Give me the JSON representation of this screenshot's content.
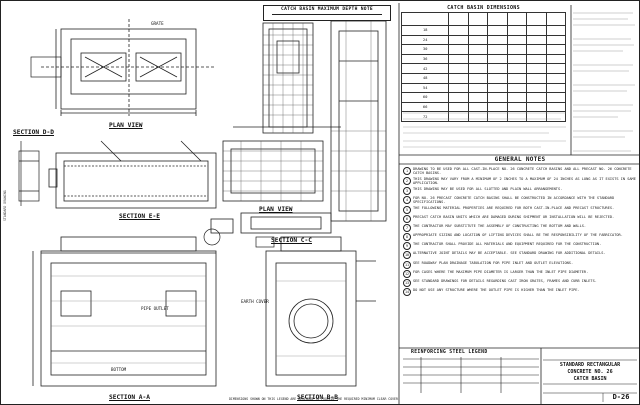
{
  "titles": {
    "depth_note": "CATCH BASIN MAXIMUM DEPTH NOTE",
    "dimensions": "CATCH BASIN DIMENSIONS",
    "general_notes": "GENERAL NOTES",
    "reinforcing_legend": "REINFORCING STEEL LEGEND",
    "plan_view": "PLAN VIEW",
    "plan_view_2": "PLAN VIEW",
    "section_aa": "SECTION A-A",
    "section_bb": "SECTION B-B",
    "section_cc": "SECTION C-C",
    "section_ee": "SECTION E-E",
    "section_dd": "SECTION D-D"
  },
  "drawing_title": {
    "line1": "STANDARD RECTANGULAR",
    "line2": "CONCRETE NO. 26",
    "line3": "CATCH BASIN",
    "sheet_no": "D-26"
  },
  "dimension_table": {
    "rows": [
      "18",
      "24",
      "30",
      "36",
      "42",
      "48",
      "54",
      "60",
      "66",
      "72"
    ]
  },
  "general_notes": [
    {
      "n": "1",
      "text": "DRAWING TO BE USED FOR ALL CAST-IN-PLACE NO. 26 CONCRETE CATCH BASINS AND ALL PRECAST NO. 26 CONCRETE CATCH BASINS."
    },
    {
      "n": "2",
      "text": "THIS DRAWING MAY VARY FROM A MINIMUM OF 2 INCHES TO A MAXIMUM OF 24 INCHES AS LONG AS IT EXISTS IN SAME APPLICATION."
    },
    {
      "n": "3",
      "text": "THIS DRAWING MAY BE USED FOR ALL SLOTTED AND PLAIN WALL ARRANGEMENTS."
    },
    {
      "n": "4",
      "text": "FOR NO. 26 PRECAST CONCRETE CATCH BASINS SHALL BE CONSTRUCTED IN ACCORDANCE WITH THE STANDARD SPECIFICATIONS."
    },
    {
      "n": "5",
      "text": "THE FOLLOWING MATERIAL PROPERTIES ARE REQUIRED FOR BOTH CAST-IN-PLACE AND PRECAST STRUCTURES."
    },
    {
      "n": "6",
      "text": "PRECAST CATCH BASIN UNITS WHICH ARE DAMAGED DURING SHIPMENT OR INSTALLATION WILL BE REJECTED."
    },
    {
      "n": "7",
      "text": "THE CONTRACTOR MAY SUBSTITUTE THE ASSEMBLY OF CONSTRUCTING THE BOTTOM AND WALLS."
    },
    {
      "n": "8",
      "text": "APPROPRIATE SIZING AND LOCATION OF LIFTING DEVICES SHALL BE THE RESPONSIBILITY OF THE FABRICATOR."
    },
    {
      "n": "9",
      "text": "THE CONTRACTOR SHALL PROVIDE ALL MATERIALS AND EQUIPMENT REQUIRED FOR THE CONSTRUCTION."
    },
    {
      "n": "10",
      "text": "ALTERNATIVE JOINT DETAILS MAY BE ACCEPTABLE. SEE STANDARD DRAWING FOR ADDITIONAL DETAILS."
    },
    {
      "n": "11",
      "text": "SEE ROADWAY PLAN DRAINAGE TABULATION FOR PIPE INLET AND OUTLET ELEVATIONS."
    },
    {
      "n": "12",
      "text": "FOR CASES WHERE THE MAXIMUM PIPE DIAMETER IS LARGER THAN THE INLET PIPE DIAMETER."
    },
    {
      "n": "13",
      "text": "SEE STANDARD DRAWINGS FOR DETAILS REGARDING CAST IRON GRATES, FRAMES AND CURB INLETS."
    },
    {
      "n": "14",
      "text": "DO NOT USE ANY STRUCTURE WHERE THE OUTLET PIPE IS HIGHER THAN THE INLET PIPE."
    }
  ],
  "footer_note": "DIMENSIONS SHOWN ON THIS LEGEND ARE DESIGNED TO PROVIDE THE REQUIRED MINIMUM CLEAR COVER.",
  "side_text": "STANDARD DRAWING",
  "labels": {
    "grate": "GRATE",
    "earth_cover": "EARTH COVER",
    "pipe_outlet": "PIPE OUTLET",
    "bottom": "BOTTOM"
  }
}
